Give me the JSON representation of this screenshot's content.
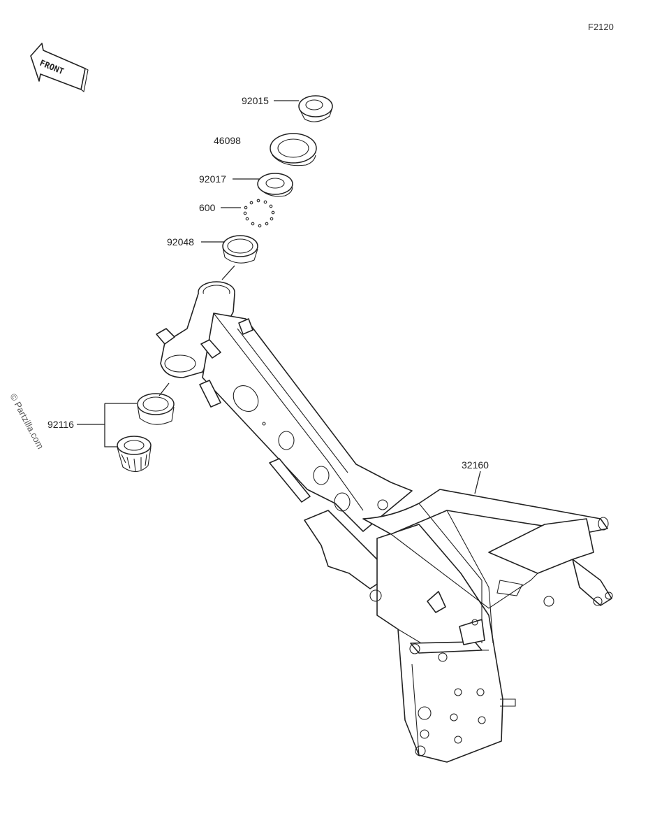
{
  "diagram_code": "F2120",
  "front_label": "FRONT",
  "watermark": "© Partzilla.com",
  "footer_line1": "",
  "footer_line2": "",
  "parts": [
    {
      "number": "92015"
    },
    {
      "number": "46098"
    },
    {
      "number": "92017"
    },
    {
      "number": "600"
    },
    {
      "number": "92048"
    },
    {
      "number": "92116"
    },
    {
      "number": "32160"
    }
  ]
}
